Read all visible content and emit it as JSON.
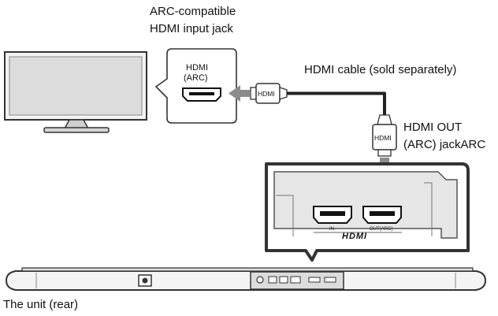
{
  "labels": {
    "tv_jack_line1": "ARC-compatible",
    "tv_jack_line2": "HDMI input jack",
    "cable": "HDMI cable (sold separately)",
    "out_line1": "HDMI OUT",
    "out_line2": "(ARC) jackARC",
    "unit": "The unit (rear)"
  },
  "tv_port": {
    "line1": "HDMI",
    "line2": "(ARC)"
  },
  "plug_text": "HDMI",
  "unit_panel": {
    "port_in": "IN",
    "port_out": "OUT(ARC)",
    "logo": "HDMI"
  },
  "colors": {
    "arrow": "#8c8c8c",
    "panel_border": "#333333",
    "panel_fill": "#e6e6e6"
  }
}
